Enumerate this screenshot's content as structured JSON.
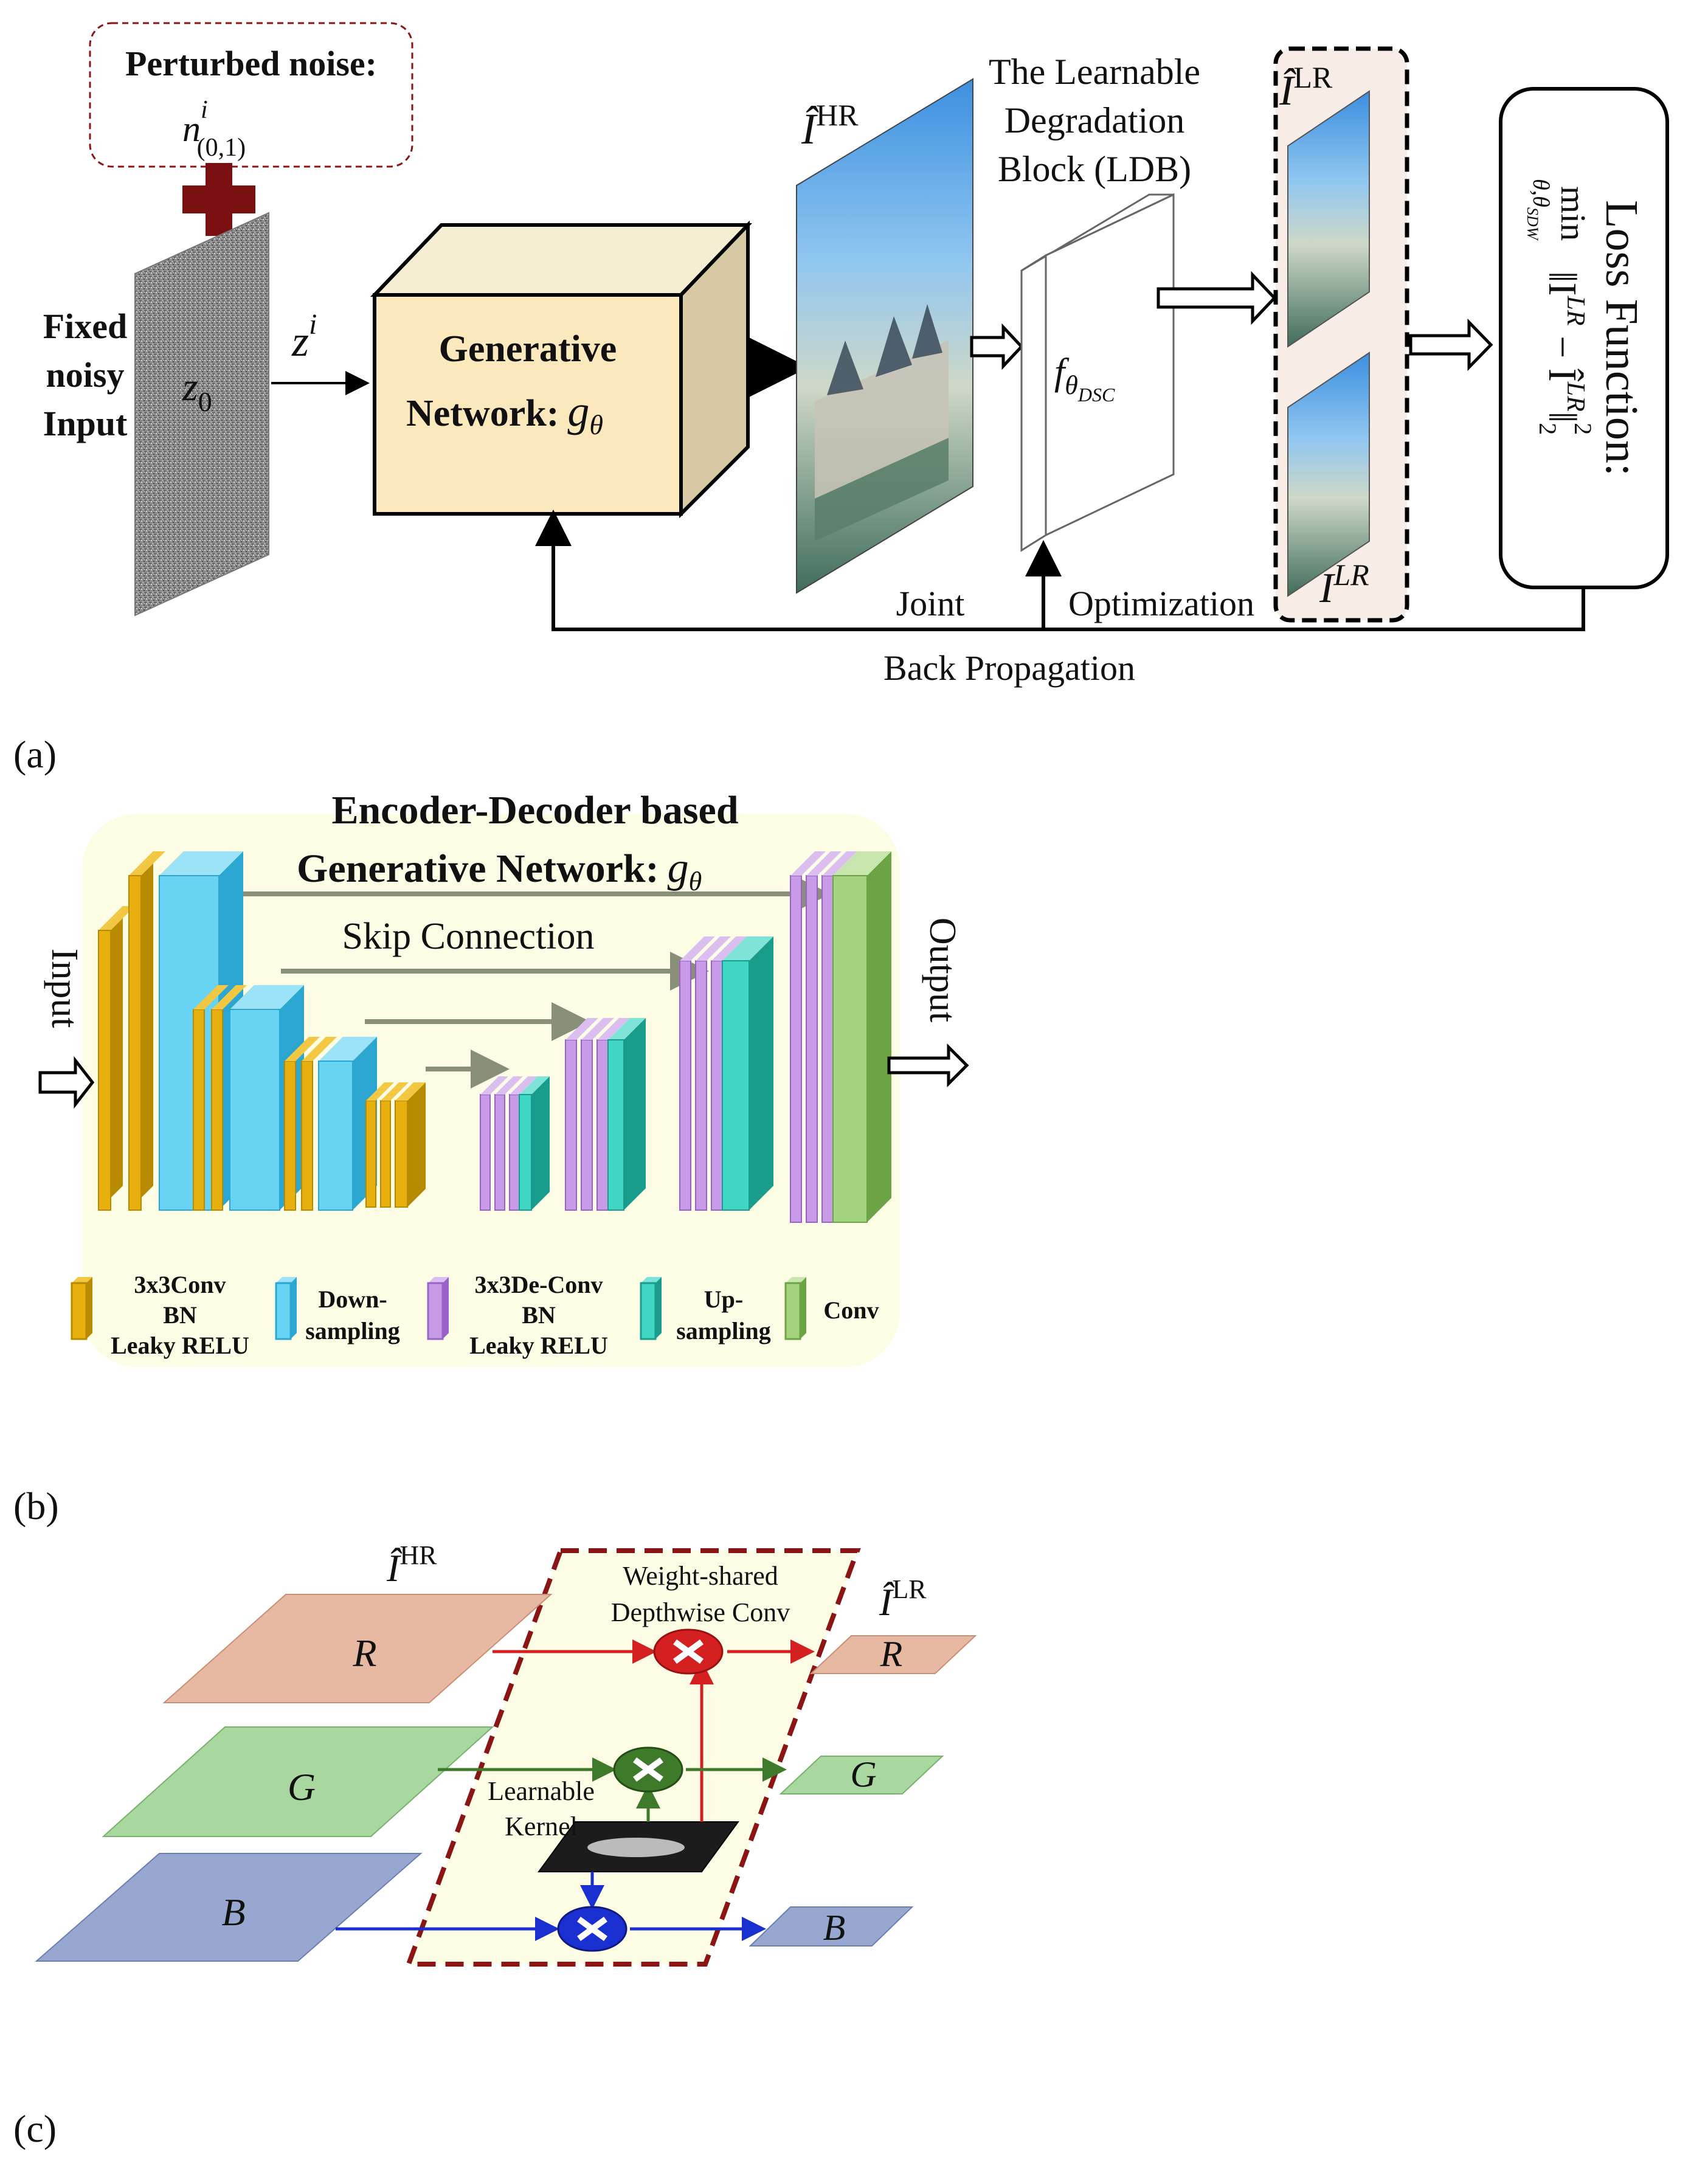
{
  "panel_a": {
    "label": "(a)",
    "noise_box": {
      "title": "Perturbed noise:",
      "symbol": "n",
      "sup": "i",
      "sub": "(0,1)"
    },
    "fixed_input": [
      "Fixed",
      "noisy",
      "Input"
    ],
    "z0": {
      "symbol": "z",
      "sub": "0"
    },
    "zi": {
      "symbol": "z",
      "sup": "i"
    },
    "generator": {
      "line1": "Generative",
      "line2": "Network:",
      "symbol": "g",
      "sub": "θ"
    },
    "hr_image_label": {
      "symbol": "Î",
      "sup": "HR"
    },
    "ldb_title": [
      "The Learnable",
      "Degradation",
      "Block (LDB)"
    ],
    "ldb_symbol": {
      "symbol": "f",
      "sub": "θ",
      "subsub": "DSC"
    },
    "lr_est_label": {
      "symbol": "Î",
      "sup": "LR"
    },
    "lr_label": {
      "symbol": "I",
      "sup": "LR"
    },
    "loss": {
      "title": "Loss Function:",
      "min": "min",
      "under": "θ,θ",
      "under_sub": "SDW",
      "expr": "‖I",
      "expr_sup": "LR",
      "minus": " − Î",
      "expr_sup2": "LR",
      "tail": "‖",
      "norm_sub": "2",
      "norm_sup": "2"
    },
    "joint": "Joint",
    "optimization": "Optimization",
    "back_propagation": "Back Propagation"
  },
  "panel_b": {
    "label": "(b)",
    "title_line1": "Encoder-Decoder based",
    "title_line2": "Generative Network:",
    "title_symbol": "g",
    "title_sub": "θ",
    "skip_connection": "Skip Connection",
    "input": "Input",
    "output": "Output",
    "legend": [
      {
        "lines": [
          "3x3Conv",
          "BN",
          "Leaky RELU"
        ],
        "color": "#e8b00e",
        "edge": "#b88a00"
      },
      {
        "lines": [
          "Down-",
          "sampling"
        ],
        "color": "#69d3f3",
        "edge": "#2aa6d1"
      },
      {
        "lines": [
          "3x3De-Conv",
          "BN",
          "Leaky RELU"
        ],
        "color": "#c79be6",
        "edge": "#9a62c9"
      },
      {
        "lines": [
          "Up-",
          "sampling"
        ],
        "color": "#3fd6c3",
        "edge": "#1a9c8d"
      },
      {
        "lines": [
          "Conv"
        ],
        "color": "#a4d37e",
        "edge": "#6ca344"
      }
    ],
    "colors": {
      "background": "#fdfde6",
      "arrow": "#8a8f7a"
    }
  },
  "panel_c": {
    "label": "(c)",
    "hr_label": {
      "symbol": "Î",
      "sup": "HR"
    },
    "lr_label": {
      "symbol": "Î",
      "sup": "LR"
    },
    "dw_title": [
      "Weight-shared",
      "Depthwise Conv"
    ],
    "kernel_label": [
      "Learnable",
      "Kernel"
    ],
    "channels": [
      {
        "name": "R",
        "color": "#d42020"
      },
      {
        "name": "G",
        "color": "#3d7a2a"
      },
      {
        "name": "B",
        "color": "#1a2fd0"
      }
    ],
    "colors": {
      "dashed_border": "#8b1414",
      "region": "#fdfde6"
    }
  }
}
